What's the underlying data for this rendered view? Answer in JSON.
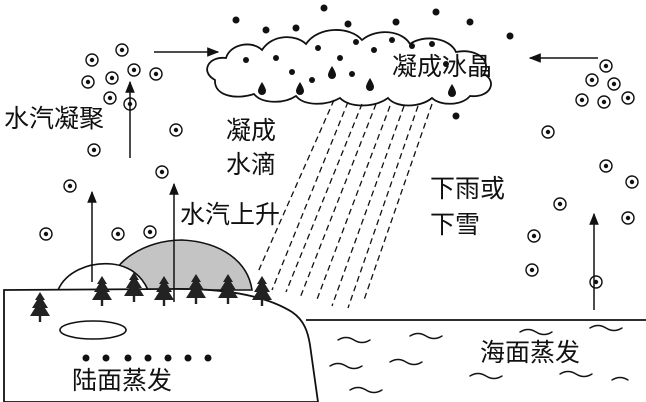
{
  "labels": {
    "water_vapor_condense": "水汽凝聚",
    "condense_droplets_line1": "凝成",
    "condense_droplets_line2": "水滴",
    "condense_ice_crystals": "凝成冰晶",
    "water_vapor_rise": "水汽上升",
    "rain_or_snow_line1": "下雨或",
    "rain_or_snow_line2": "下雪",
    "land_evaporation": "陆面蒸发",
    "sea_evaporation": "海面蒸发"
  },
  "colors": {
    "line": "#111111",
    "mountain_fill": "#c4c4c4",
    "background": "#ffffff"
  },
  "icons": [
    "vapor-particle-icon",
    "tree-icon",
    "droplet-icon",
    "upward-arrow-icon"
  ]
}
